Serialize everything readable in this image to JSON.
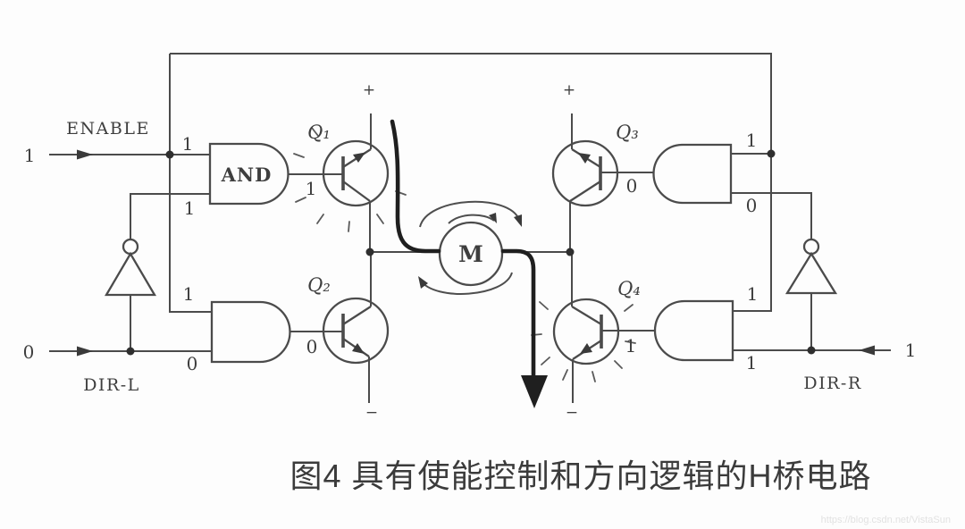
{
  "figure": {
    "caption": "图4 具有使能控制和方向逻辑的H桥电路",
    "watermark": "https://blog.csdn.net/VistaSun"
  },
  "colors": {
    "line": "#4b4b4b",
    "thick_current_path": "#1f1f1f",
    "caption_text": "#3b3b3b",
    "background": "#fdfdfd"
  },
  "labels": {
    "enable": "ENABLE",
    "dir_l": "DIR-L",
    "dir_r": "DIR-R",
    "and_gate": "AND",
    "motor": "M",
    "q1": "Q₁",
    "q2": "Q₂",
    "q3": "Q₃",
    "q4": "Q₄",
    "plus": "+",
    "minus": "−"
  },
  "values": {
    "enable_input": "1",
    "enable_node": "1",
    "q1_in_bottom": "1",
    "q1_out": "1",
    "q2_in_top": "1",
    "q2_in_bottom": "0",
    "q2_out": "0",
    "dir_l_input": "0",
    "q3_in_top": "1",
    "q3_in_bottom": "0",
    "q3_out": "0",
    "q4_in_top": "1",
    "q4_in_bottom": "1",
    "q4_out": "1",
    "dir_r_input": "1"
  }
}
